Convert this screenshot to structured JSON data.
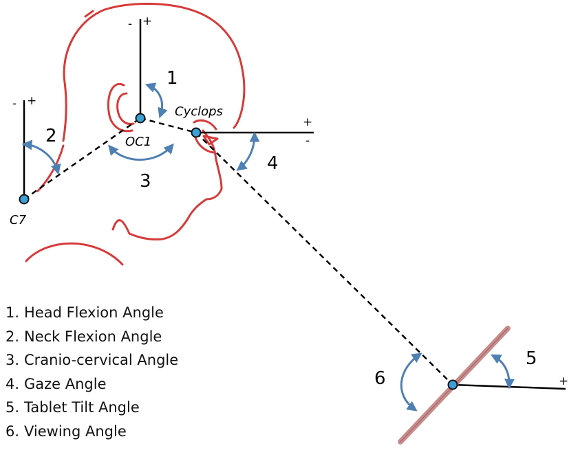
{
  "points": {
    "c7": "C7",
    "oc1": "OC1",
    "cyclops": "Cyclops"
  },
  "angle_numbers": [
    "1",
    "2",
    "3",
    "4",
    "5",
    "6"
  ],
  "signs": {
    "minus": "-",
    "plus": "+"
  },
  "legend": [
    {
      "number": "1.",
      "label": "Head Flexion Angle"
    },
    {
      "number": "2.",
      "label": "Neck Flexion Angle"
    },
    {
      "number": "3.",
      "label": "Cranio-cervical Angle"
    },
    {
      "number": "4.",
      "label": "Gaze Angle"
    },
    {
      "number": "5.",
      "label": "Tablet Tilt Angle"
    },
    {
      "number": "6.",
      "label": "Viewing Angle"
    }
  ],
  "colors": {
    "outline": "#d63a3a",
    "arc": "#4f80b3",
    "joint_fill": "#3aa0d8",
    "tablet": "#c98c8c",
    "line": "#000000"
  }
}
